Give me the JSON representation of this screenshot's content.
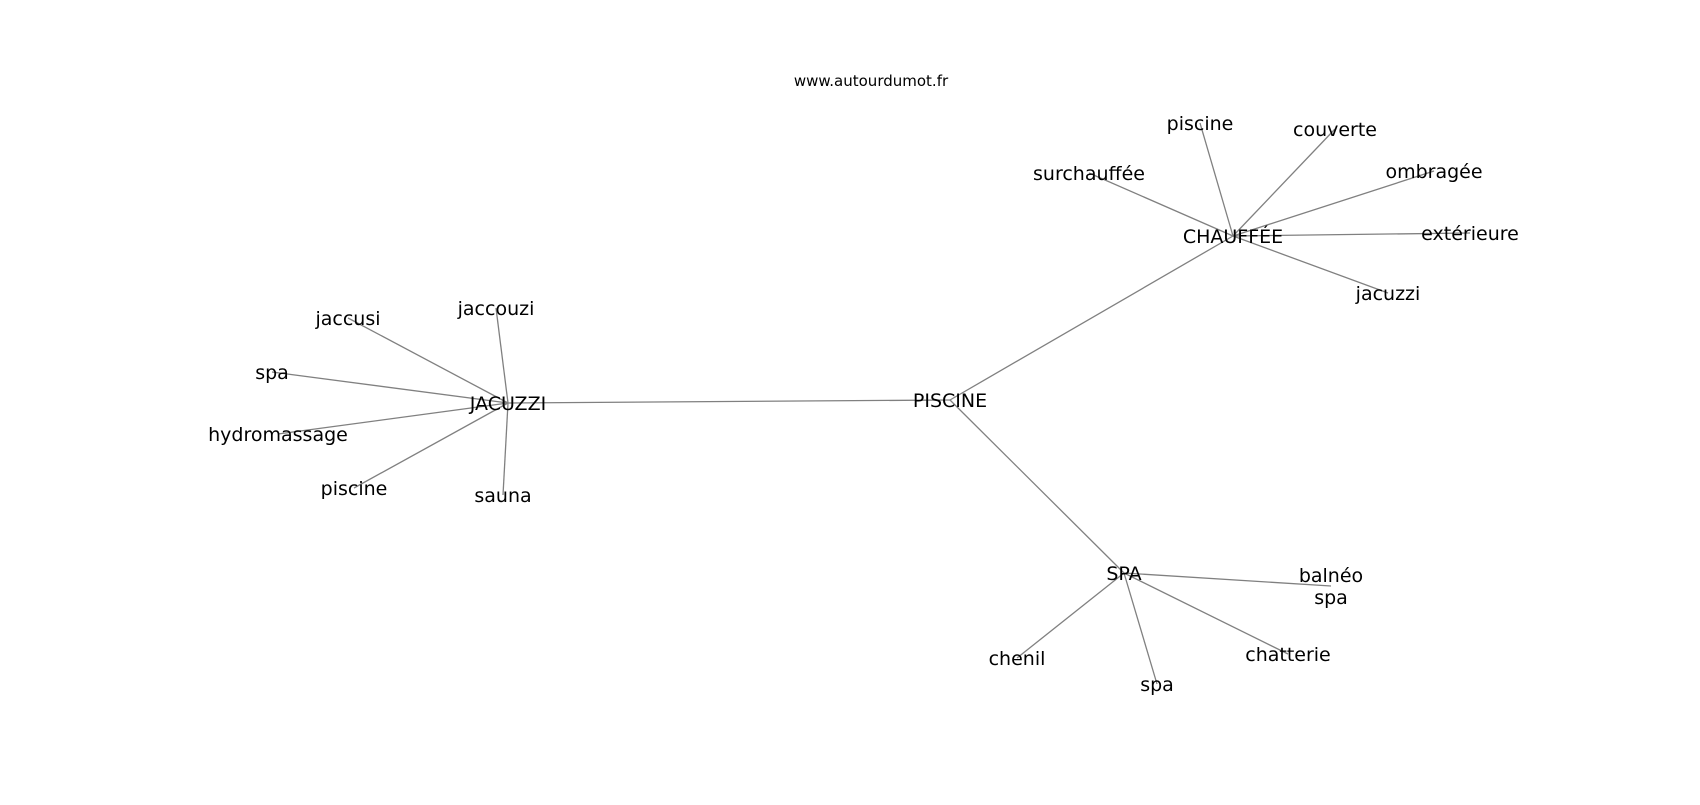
{
  "source": "www.autourdumot.fr",
  "graph": {
    "nodes": [
      {
        "id": "piscine_root",
        "label": "PISCINE"
      },
      {
        "id": "jacuzzi_hub",
        "label": "JACUZZI"
      },
      {
        "id": "chauffee_hub",
        "label": "CHAUFFÉE"
      },
      {
        "id": "spa_hub",
        "label": "SPA"
      },
      {
        "id": "jaccusi",
        "label": "jaccusi"
      },
      {
        "id": "jaccouzi",
        "label": "jaccouzi"
      },
      {
        "id": "spa_j",
        "label": "spa"
      },
      {
        "id": "hydromassage",
        "label": "hydromassage"
      },
      {
        "id": "piscine_j",
        "label": "piscine"
      },
      {
        "id": "sauna",
        "label": "sauna"
      },
      {
        "id": "piscine_c",
        "label": "piscine"
      },
      {
        "id": "couverte",
        "label": "couverte"
      },
      {
        "id": "surchauffee",
        "label": "surchauffée"
      },
      {
        "id": "ombragee",
        "label": "ombragée"
      },
      {
        "id": "exterieure",
        "label": "extérieure"
      },
      {
        "id": "jacuzzi_c",
        "label": "jacuzzi"
      },
      {
        "id": "balneo_spa",
        "label": "balnéo\nspa"
      },
      {
        "id": "chenil",
        "label": "chenil"
      },
      {
        "id": "chatterie",
        "label": "chatterie"
      },
      {
        "id": "spa_s",
        "label": "spa"
      }
    ],
    "edges": [
      [
        "piscine_root",
        "jacuzzi_hub"
      ],
      [
        "piscine_root",
        "chauffee_hub"
      ],
      [
        "piscine_root",
        "spa_hub"
      ],
      [
        "jacuzzi_hub",
        "jaccusi"
      ],
      [
        "jacuzzi_hub",
        "jaccouzi"
      ],
      [
        "jacuzzi_hub",
        "spa_j"
      ],
      [
        "jacuzzi_hub",
        "hydromassage"
      ],
      [
        "jacuzzi_hub",
        "piscine_j"
      ],
      [
        "jacuzzi_hub",
        "sauna"
      ],
      [
        "chauffee_hub",
        "piscine_c"
      ],
      [
        "chauffee_hub",
        "couverte"
      ],
      [
        "chauffee_hub",
        "surchauffee"
      ],
      [
        "chauffee_hub",
        "ombragee"
      ],
      [
        "chauffee_hub",
        "exterieure"
      ],
      [
        "chauffee_hub",
        "jacuzzi_c"
      ],
      [
        "spa_hub",
        "balneo_spa"
      ],
      [
        "spa_hub",
        "chenil"
      ],
      [
        "spa_hub",
        "chatterie"
      ],
      [
        "spa_hub",
        "spa_s"
      ]
    ]
  }
}
